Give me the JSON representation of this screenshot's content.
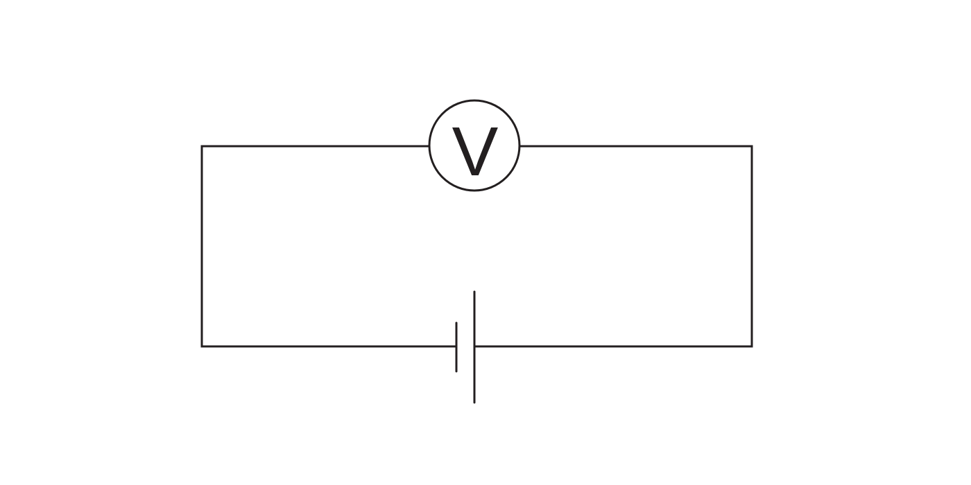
{
  "diagram": {
    "type": "circuit-schematic",
    "stroke_color": "#231f20",
    "background": "#ffffff",
    "components": [
      {
        "id": "voltmeter",
        "kind": "voltmeter",
        "label": "V",
        "position": "top-center"
      },
      {
        "id": "cell",
        "kind": "battery-cell",
        "position": "bottom-center"
      }
    ],
    "wires": [
      {
        "from": "voltmeter",
        "to": "top-left-corner"
      },
      {
        "from": "voltmeter",
        "to": "top-right-corner"
      },
      {
        "from": "top-left-corner",
        "to": "bottom-left-corner"
      },
      {
        "from": "top-right-corner",
        "to": "bottom-right-corner"
      },
      {
        "from": "bottom-left-corner",
        "to": "cell"
      },
      {
        "from": "bottom-right-corner",
        "to": "cell"
      }
    ]
  }
}
